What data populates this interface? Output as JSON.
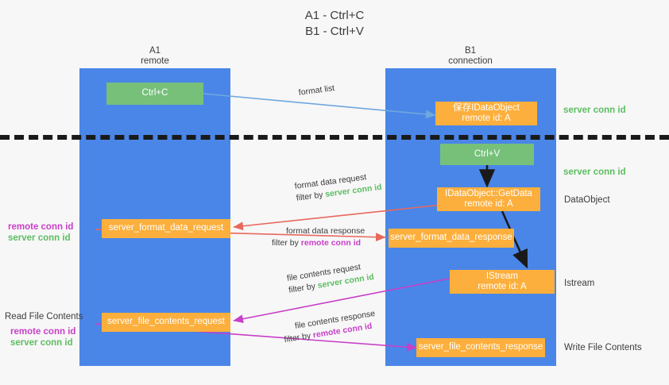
{
  "title": {
    "line1": "A1 - Ctrl+C",
    "line2": "B1 - Ctrl+V"
  },
  "lanes": [
    {
      "name": "A1",
      "sub": "remote"
    },
    {
      "name": "B1",
      "sub": "connection"
    }
  ],
  "nodes": {
    "ctrl_c": {
      "line1": "Ctrl+C",
      "line2": ""
    },
    "save_idataobject": {
      "line1": "保存IDataObject",
      "line2": "remote id: A"
    },
    "ctrl_v": {
      "line1": "Ctrl+V",
      "line2": ""
    },
    "getdata": {
      "line1": "IDataObject::GetData",
      "line2": "remote id: A"
    },
    "fmt_req": {
      "line1": "server_format_data_request",
      "line2": ""
    },
    "fmt_resp": {
      "line1": "server_format_data_response",
      "line2": ""
    },
    "istream": {
      "line1": "IStream",
      "line2": "remote id: A"
    },
    "file_req": {
      "line1": "server_file_contents_request",
      "line2": ""
    },
    "file_resp": {
      "line1": "server_file_contents_response",
      "line2": ""
    }
  },
  "arrow_labels": {
    "format_list": {
      "text": "format list"
    },
    "format_data_request": {
      "line1": "format data request",
      "prefix": "filter by ",
      "token": "server conn id",
      "token_color": "green"
    },
    "format_data_response": {
      "line1": "format data response",
      "prefix": "filter by ",
      "token": "remote conn id",
      "token_color": "magenta"
    },
    "file_contents_request": {
      "line1": "file contents request",
      "prefix": "filter by ",
      "token": "server conn id",
      "token_color": "green"
    },
    "file_contents_response": {
      "line1": "file contents response",
      "prefix": "filter by ",
      "token": "remote conn id",
      "token_color": "magenta"
    }
  },
  "side_labels": {
    "right_server_conn_1": "server conn id",
    "right_server_conn_2": "server conn id",
    "right_dataobject": "DataObject",
    "right_istream": "Istream",
    "right_write_file": "Write File Contents",
    "left_remote_conn_1": "remote conn id",
    "left_server_conn_1": "server conn id",
    "left_read_file": "Read File Contents",
    "left_remote_conn_2": "remote conn id",
    "left_server_conn_2": "server conn id"
  },
  "colors": {
    "lane": "#4a86e8",
    "green_box": "#76c07a",
    "orange_box": "#fcaf3c",
    "server_conn_id": "#5dbd62",
    "remote_conn_id": "#c83fc8",
    "arrow_blue": "#6fa8dc",
    "arrow_red": "#e8685d",
    "arrow_magenta": "#c83fc8",
    "arrow_black": "#1a1a1a",
    "background": "#f7f7f7"
  }
}
